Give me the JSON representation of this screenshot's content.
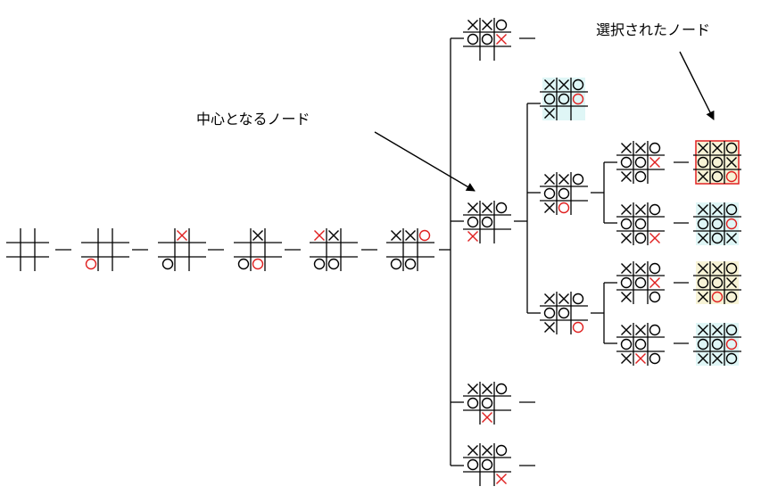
{
  "annotations": {
    "center_node": "中心となるノード",
    "selected_node": "選択されたノード"
  },
  "colors": {
    "line": "#000000",
    "new_mark": "#e02020",
    "terminal_fill": "#dff6f6",
    "draw_fill": "#f7f3d6",
    "selected_fill": "#f7f3d6",
    "selected_border": "#e02020"
  },
  "nodes": [
    {
      "id": "n0",
      "board": "         ",
      "new": -1
    },
    {
      "id": "n1",
      "board": "      O  ",
      "new": 6
    },
    {
      "id": "n2",
      "board": " X    O  ",
      "new": 1
    },
    {
      "id": "n3",
      "board": " X    OO ",
      "new": 7
    },
    {
      "id": "n4",
      "board": "XX    OO ",
      "new": 0
    },
    {
      "id": "n5",
      "board": "XXO   OO ",
      "new": 2
    },
    {
      "id": "c1",
      "board": "XXOOOX   ",
      "new": 5
    },
    {
      "id": "c2",
      "board": "XXOOO X  ",
      "new": 6
    },
    {
      "id": "c3",
      "board": "XXOOO  X ",
      "new": 7
    },
    {
      "id": "c4",
      "board": "XXOOO   X",
      "new": 8
    },
    {
      "id": "g1",
      "board": "XXOOOOX  ",
      "new": 5,
      "fill": "terminal"
    },
    {
      "id": "g2",
      "board": "XXOOO XO ",
      "new": 7
    },
    {
      "id": "g3",
      "board": "XXOOO X O",
      "new": 8
    },
    {
      "id": "h1",
      "board": "XXOOOXXO ",
      "new": 5
    },
    {
      "id": "h2",
      "board": "XXOOO XOX",
      "new": 8
    },
    {
      "id": "h3",
      "board": "XXOOOXX O",
      "new": 5
    },
    {
      "id": "h4",
      "board": "XXOOO XXO",
      "new": 7
    },
    {
      "id": "t1",
      "board": "XXOOOXXOO",
      "new": 8,
      "fill": "selected"
    },
    {
      "id": "t2",
      "board": "XXOOOOXOX",
      "new": 5,
      "fill": "terminal"
    },
    {
      "id": "t3",
      "board": "XXOOOXXOO",
      "new": 7,
      "fill": "draw"
    },
    {
      "id": "t4",
      "board": "XXOOOOXXO",
      "new": 5,
      "fill": "terminal"
    }
  ]
}
